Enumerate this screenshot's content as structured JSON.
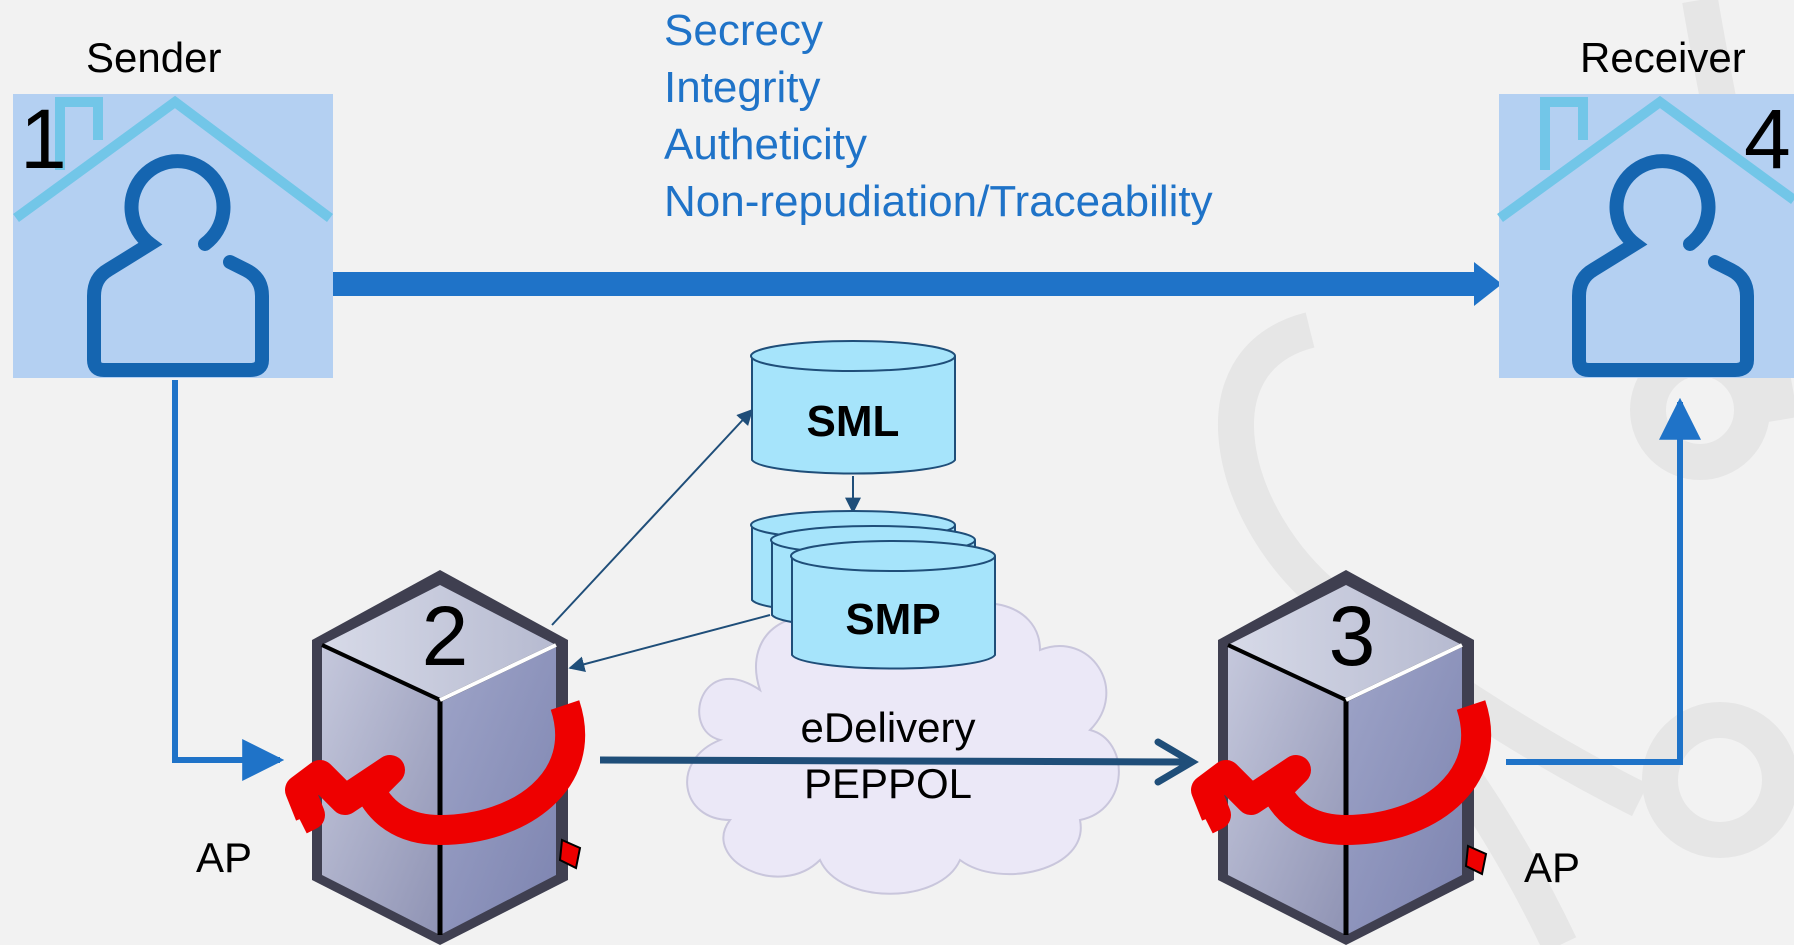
{
  "sender": {
    "label": "Sender",
    "number": "1"
  },
  "receiver": {
    "label": "Receiver",
    "number": "4"
  },
  "properties": [
    "Secrecy",
    "Integrity",
    "Autheticity",
    "Non-repudiation/Traceability"
  ],
  "sml": {
    "label": "SML"
  },
  "smp": {
    "label": "SMP"
  },
  "network": {
    "line1": "eDelivery",
    "line2": "PEPPOL"
  },
  "ap_left": {
    "number": "2",
    "label": "AP"
  },
  "ap_right": {
    "number": "3",
    "label": "AP"
  },
  "colors": {
    "background": "#f2f2f2",
    "accent_blue": "#1f73c8",
    "dark_blue": "#1f4e79",
    "tile": "#b4d0f2",
    "icon_blue": "#1565b0",
    "roof": "#72c6e8",
    "db_fill": "#a6e4fb",
    "cloud": "#ebe8f7",
    "red_arrow": "#ee0000",
    "watermark": "#e6e6e6"
  }
}
